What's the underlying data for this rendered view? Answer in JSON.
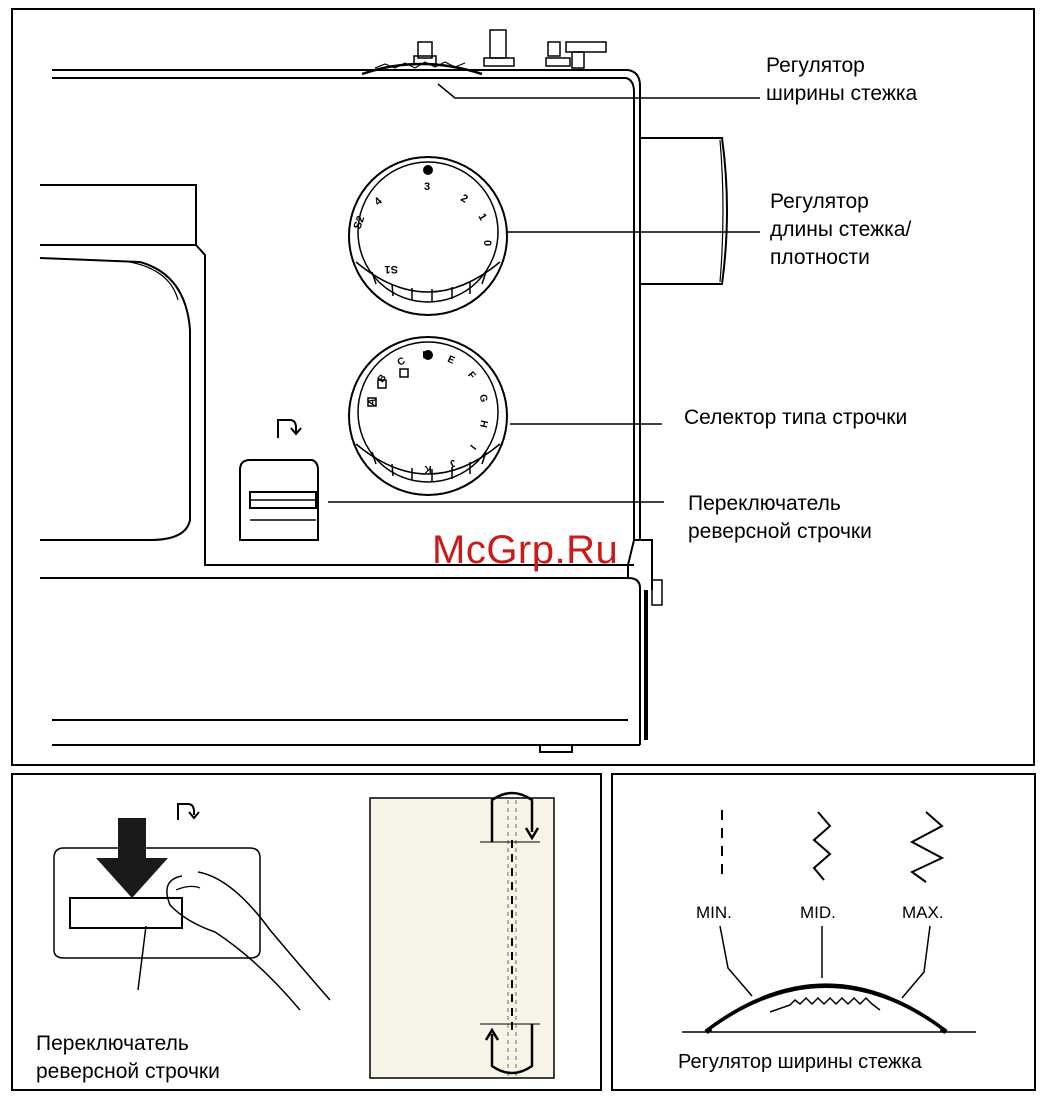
{
  "top_panel": {
    "labels": {
      "width_regulator": [
        "Регулятор",
        "ширины стежка"
      ],
      "length_regulator": [
        "Регулятор",
        "длины стежка/",
        "плотности"
      ],
      "stitch_selector": [
        "Селектор типа строчки"
      ],
      "reverse_switch": [
        "Переключатель",
        "реверсной строчки"
      ]
    },
    "length_dial_marks": [
      "0",
      "1",
      "2",
      "3",
      "4",
      "S2",
      "S1"
    ],
    "stitch_dial_marks": [
      "A",
      "B",
      "C",
      "D",
      "E",
      "F",
      "G",
      "H",
      "I",
      "J",
      "K"
    ]
  },
  "watermark": "McGrp.Ru",
  "bottom_left": {
    "label": [
      "Переключатель",
      "реверсной строчки"
    ]
  },
  "bottom_right": {
    "min_label": "MIN.",
    "mid_label": "MID.",
    "max_label": "MAX.",
    "caption": "Регулятор ширины стежка"
  }
}
